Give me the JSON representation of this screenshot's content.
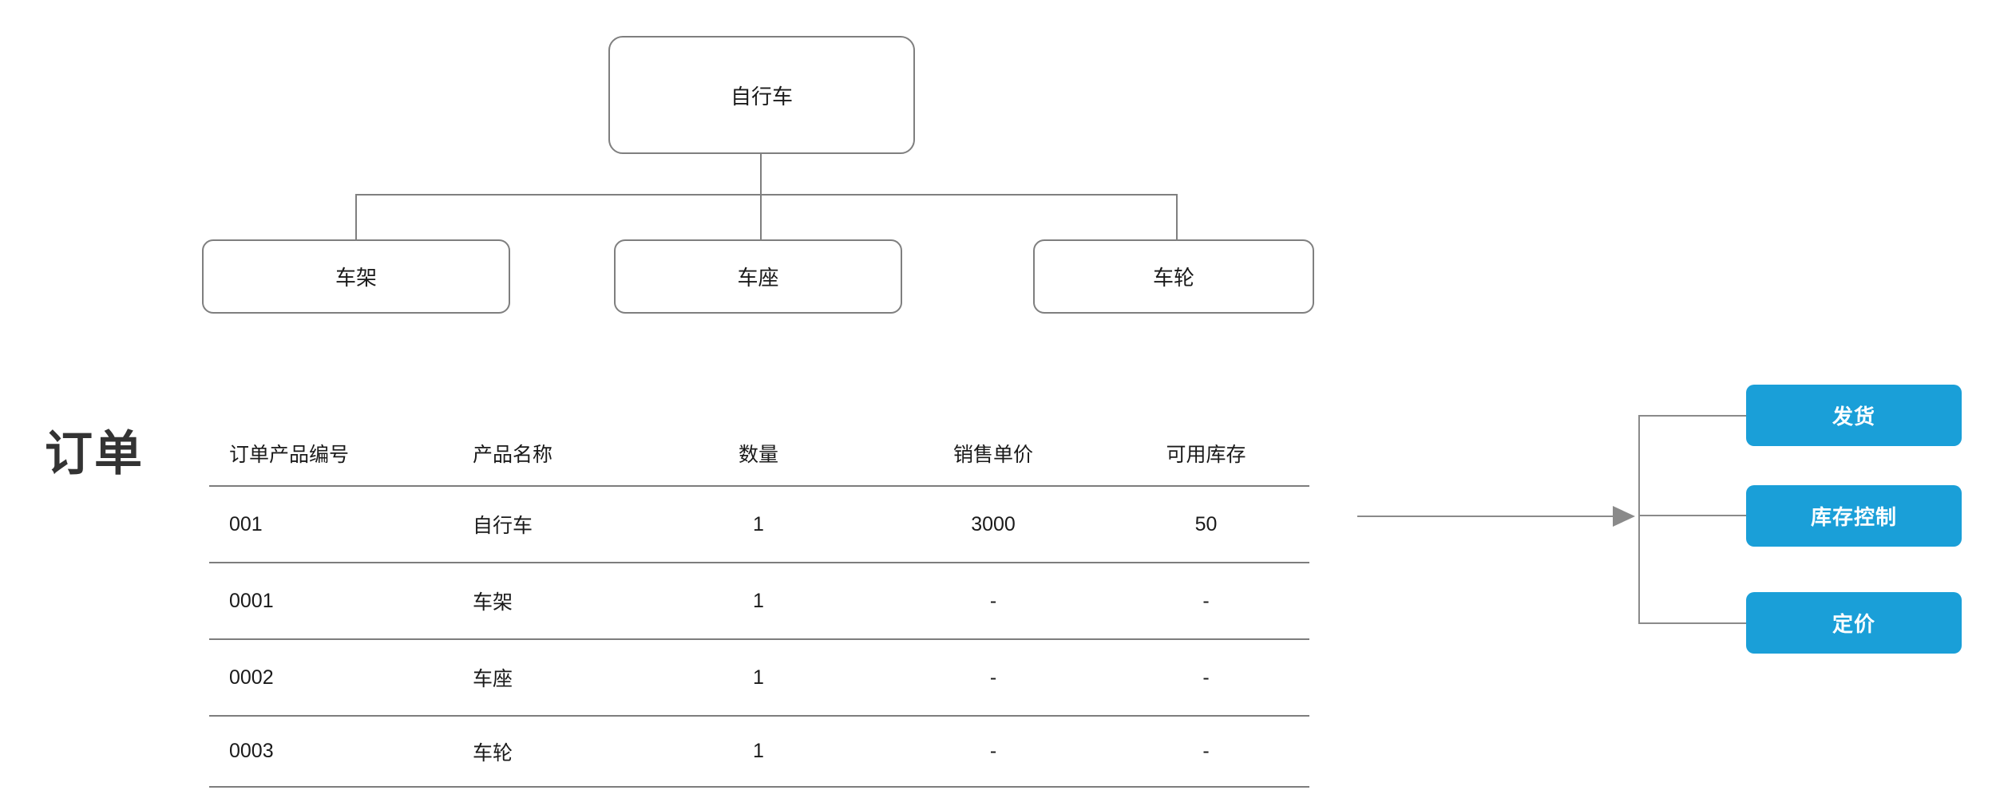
{
  "diagram": {
    "root": {
      "label": "自行车"
    },
    "children": [
      {
        "label": "车架"
      },
      {
        "label": "车座"
      },
      {
        "label": "车轮"
      }
    ]
  },
  "order": {
    "title": "订单",
    "table": {
      "headers": [
        "订单产品编号",
        "产品名称",
        "数量",
        "销售单价",
        "可用库存"
      ],
      "rows": [
        [
          "001",
          "自行车",
          "1",
          "3000",
          "50"
        ],
        [
          "0001",
          "车架",
          "1",
          "-",
          "-"
        ],
        [
          "0002",
          "车座",
          "1",
          "-",
          "-"
        ],
        [
          "0003",
          "车轮",
          "1",
          "-",
          "-"
        ]
      ]
    }
  },
  "actions": {
    "items": [
      {
        "label": "发货"
      },
      {
        "label": "库存控制"
      },
      {
        "label": "定价"
      }
    ]
  },
  "colors": {
    "accent_blue": "#1a9fd8",
    "line_gray": "#7f7f7f",
    "text_dark": "#1a1a1a"
  }
}
